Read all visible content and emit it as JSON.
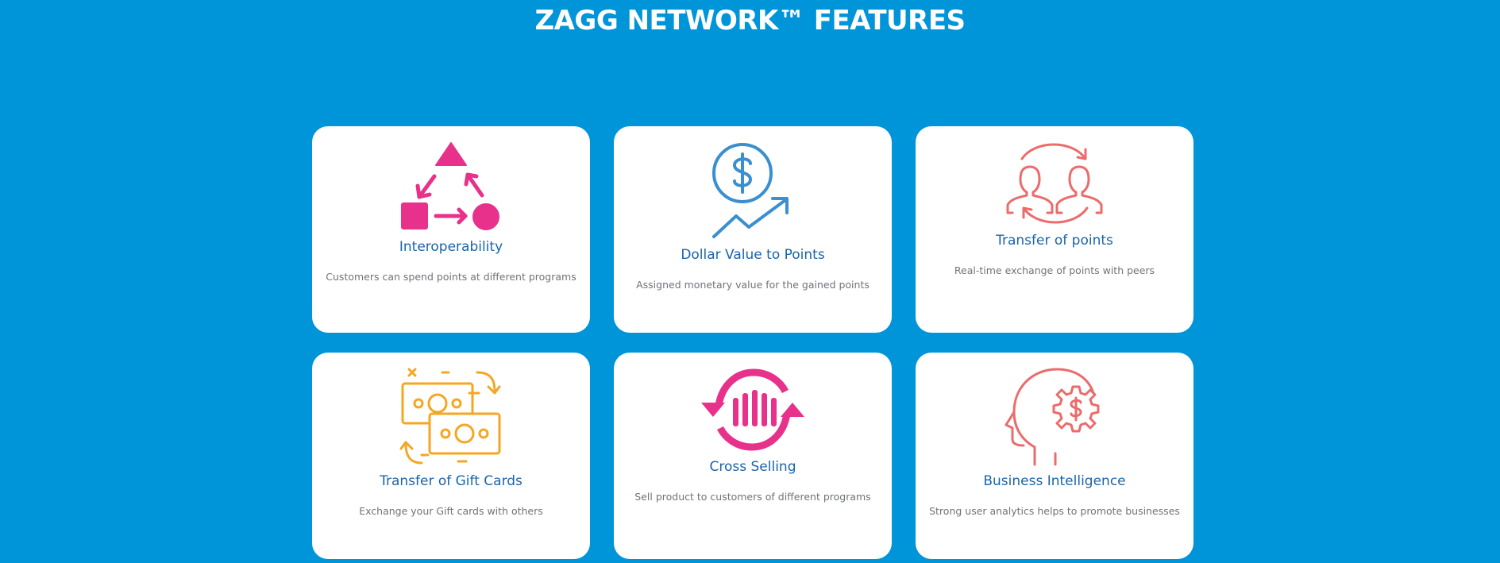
{
  "page": {
    "title": "ZAGG NETWORK™ FEATURES",
    "background_color": "#0094d9"
  },
  "features": [
    {
      "title": "Interoperability",
      "description": "Customers can spend points at different programs",
      "icon": "shapes-cycle-icon",
      "icon_color": "#e8318a"
    },
    {
      "title": "Dollar Value to Points",
      "description": "Assigned monetary value for the gained points",
      "icon": "dollar-growth-icon",
      "icon_color": "#3a8fcf"
    },
    {
      "title": "Transfer of points",
      "description": "Real-time exchange of points with peers",
      "icon": "users-exchange-icon",
      "icon_color": "#ec6b6b"
    },
    {
      "title": "Transfer of Gift Cards",
      "description": "Exchange your Gift cards with others",
      "icon": "gift-card-exchange-icon",
      "icon_color": "#f5a623"
    },
    {
      "title": "Cross Selling",
      "description": "Sell product to customers of different programs",
      "icon": "cross-selling-cycle-icon",
      "icon_color": "#e8318a"
    },
    {
      "title": "Business Intelligence",
      "description": "Strong user analytics helps to promote businesses",
      "icon": "head-gear-dollar-icon",
      "icon_color": "#ec6b6b"
    }
  ]
}
